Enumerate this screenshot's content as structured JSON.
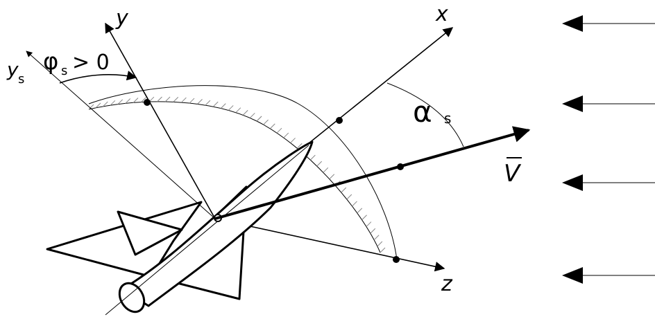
{
  "diagram": {
    "labels": {
      "x_axis": "x",
      "y_axis": "y",
      "z_axis": "z",
      "ys_axis_main": "y",
      "ys_axis_sub": "s",
      "phi_main": "φ",
      "phi_sub": "s",
      "phi_rel": "> 0",
      "alpha_main": "α",
      "alpha_sub": "s",
      "velocity": "V"
    },
    "colors": {
      "ink": "#000000",
      "hatch": "#888888",
      "background": "#ffffff"
    },
    "icons": [
      "flow-arrow-icon",
      "flow-arrow-icon",
      "flow-arrow-icon",
      "flow-arrow-icon"
    ]
  }
}
